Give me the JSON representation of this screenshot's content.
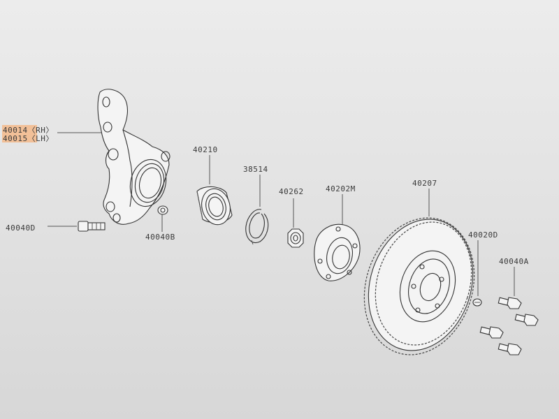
{
  "labels": {
    "knuckle_rh": "40014〈RH〉",
    "knuckle_lh": "40015〈LH〉",
    "bolt_40040d": "40040D",
    "bolt_40040b": "40040B",
    "bearing": "40210",
    "snap_ring": "38514",
    "nut": "40262",
    "hub": "40202M",
    "rotor": "40207",
    "screw": "40020D",
    "wheel_bolt": "40040A"
  },
  "colors": {
    "highlight": "#f3b98a",
    "line": "#555555",
    "background": "#e6e6e6"
  }
}
